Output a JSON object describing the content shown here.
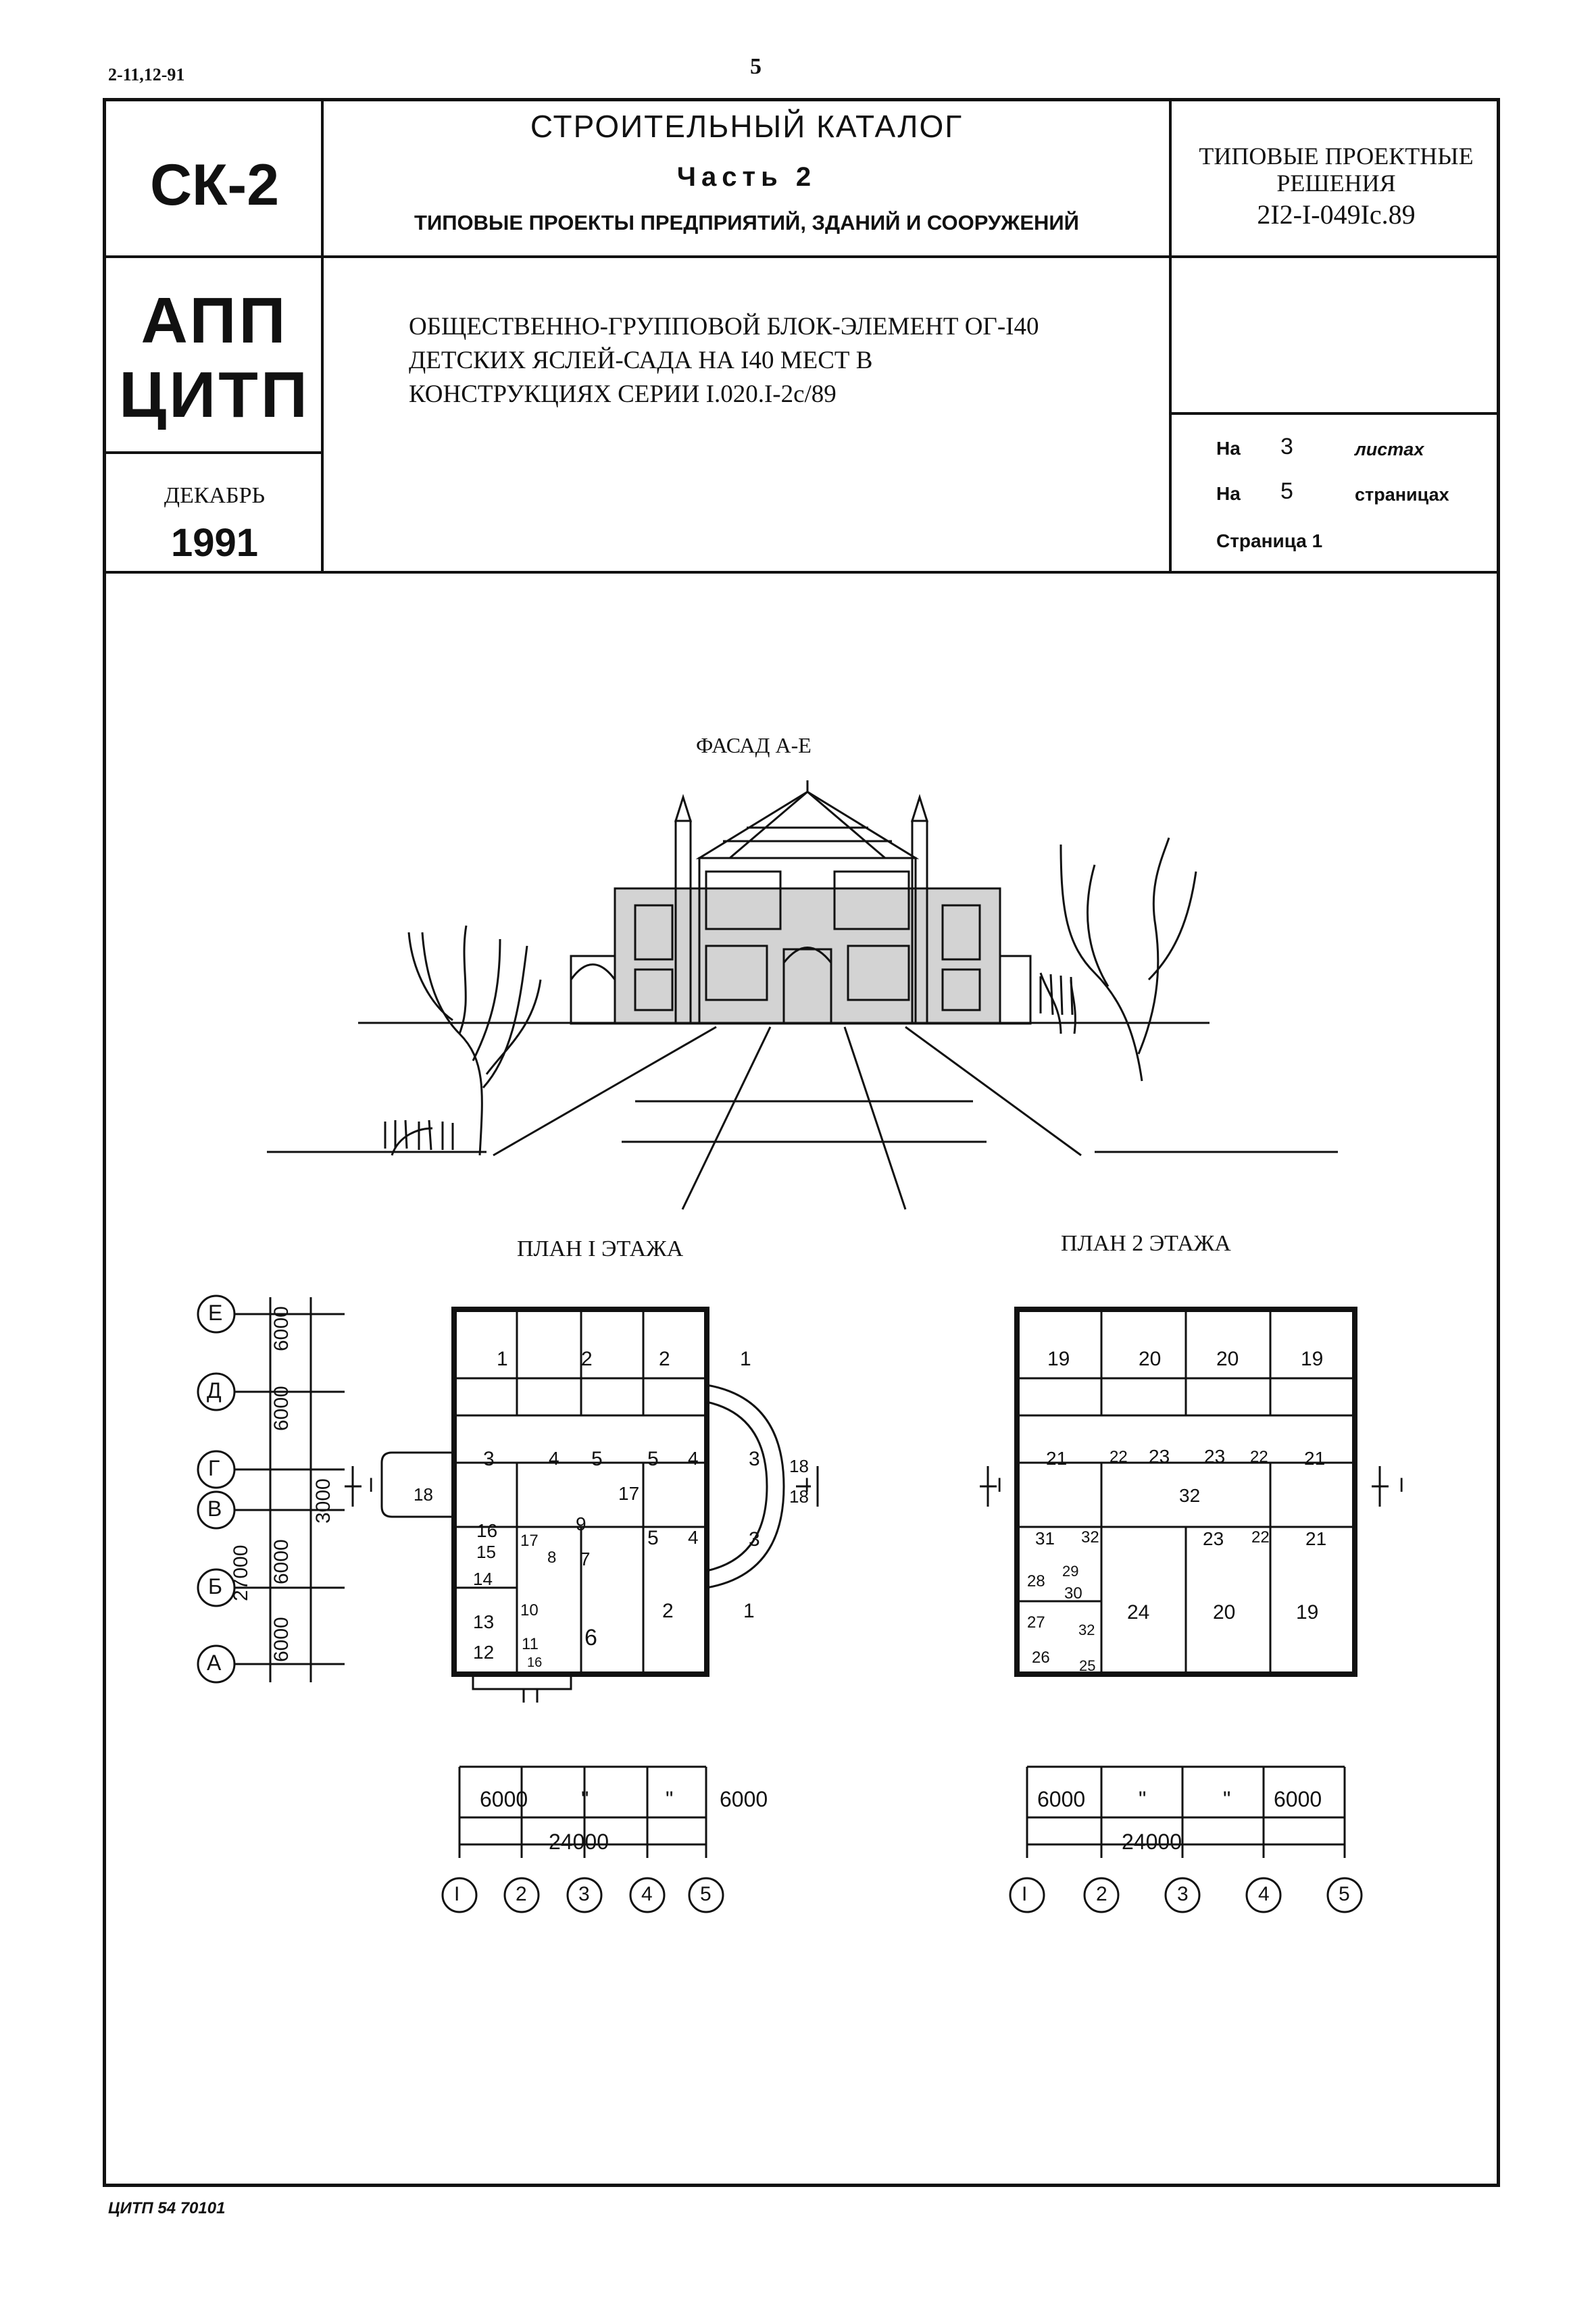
{
  "header": {
    "doc_code": "2-11,12-91",
    "page_number": "5",
    "catalog_code": "СК-2",
    "catalog_title": "СТРОИТЕЛЬНЫЙ КАТАЛОГ",
    "part": "Часть 2",
    "part_title": "ТИПОВЫЕ ПРОЕКТЫ ПРЕДПРИЯТИЙ, ЗДАНИЙ И СООРУЖЕНИЙ",
    "decisions_line1": "ТИПОВЫЕ ПРОЕКТНЫЕ",
    "decisions_line2": "РЕШЕНИЯ",
    "project_code": "2I2-I-049Ic.89",
    "org_line1": "АПП",
    "org_line2": "ЦИТП",
    "description_line1": "ОБЩЕСТВЕННО-ГРУППОВОЙ БЛОК-ЭЛЕМЕНТ ОГ-I40",
    "description_line2": "ДЕТСКИХ ЯСЛЕЙ-САДА НА I40 МЕСТ В",
    "description_line3": "КОНСТРУКЦИЯХ СЕРИИ I.020.I-2c/89",
    "month": "ДЕКАБРЬ",
    "year": "1991",
    "sheets_prefix": "На",
    "sheets_count": "3",
    "sheets_suffix": "листах",
    "pages_prefix": "На",
    "pages_count": "5",
    "pages_suffix": "страницах",
    "page_label": "Страница 1"
  },
  "drawing": {
    "facade_title": "ФАСАД А-Е",
    "plan1_title": "ПЛАН I ЭТАЖА",
    "plan2_title": "ПЛАН 2 ЭТАЖА",
    "row_axes": [
      "Е",
      "Д",
      "Г",
      "В",
      "Б",
      "А"
    ],
    "column_axes": [
      "I",
      "2",
      "3",
      "4",
      "5"
    ],
    "vertical_dims": [
      "6000",
      "6000",
      "3000",
      "6000",
      "6000"
    ],
    "overall_vertical_dim": "27000",
    "horizontal_dims": [
      "6000",
      "\"",
      "\"",
      "6000"
    ],
    "overall_horizontal_dim": "24000",
    "section_mark": "I",
    "plan1_rooms": [
      "1",
      "2",
      "2",
      "1",
      "3",
      "4",
      "5",
      "5",
      "4",
      "3",
      "18",
      "18",
      "18",
      "17",
      "9",
      "16",
      "17",
      "8",
      "7",
      "5",
      "4",
      "3",
      "15",
      "14",
      "2",
      "1",
      "13",
      "10",
      "6",
      "12",
      "11",
      "16"
    ],
    "plan2_rooms": [
      "19",
      "20",
      "20",
      "19",
      "21",
      "22",
      "23",
      "23",
      "22",
      "21",
      "32",
      "31",
      "32",
      "23",
      "22",
      "21",
      "28",
      "29",
      "30",
      "24",
      "20",
      "19",
      "27",
      "32",
      "26",
      "25"
    ]
  },
  "footer": {
    "imprint": "ЦИТП 54 70101"
  }
}
